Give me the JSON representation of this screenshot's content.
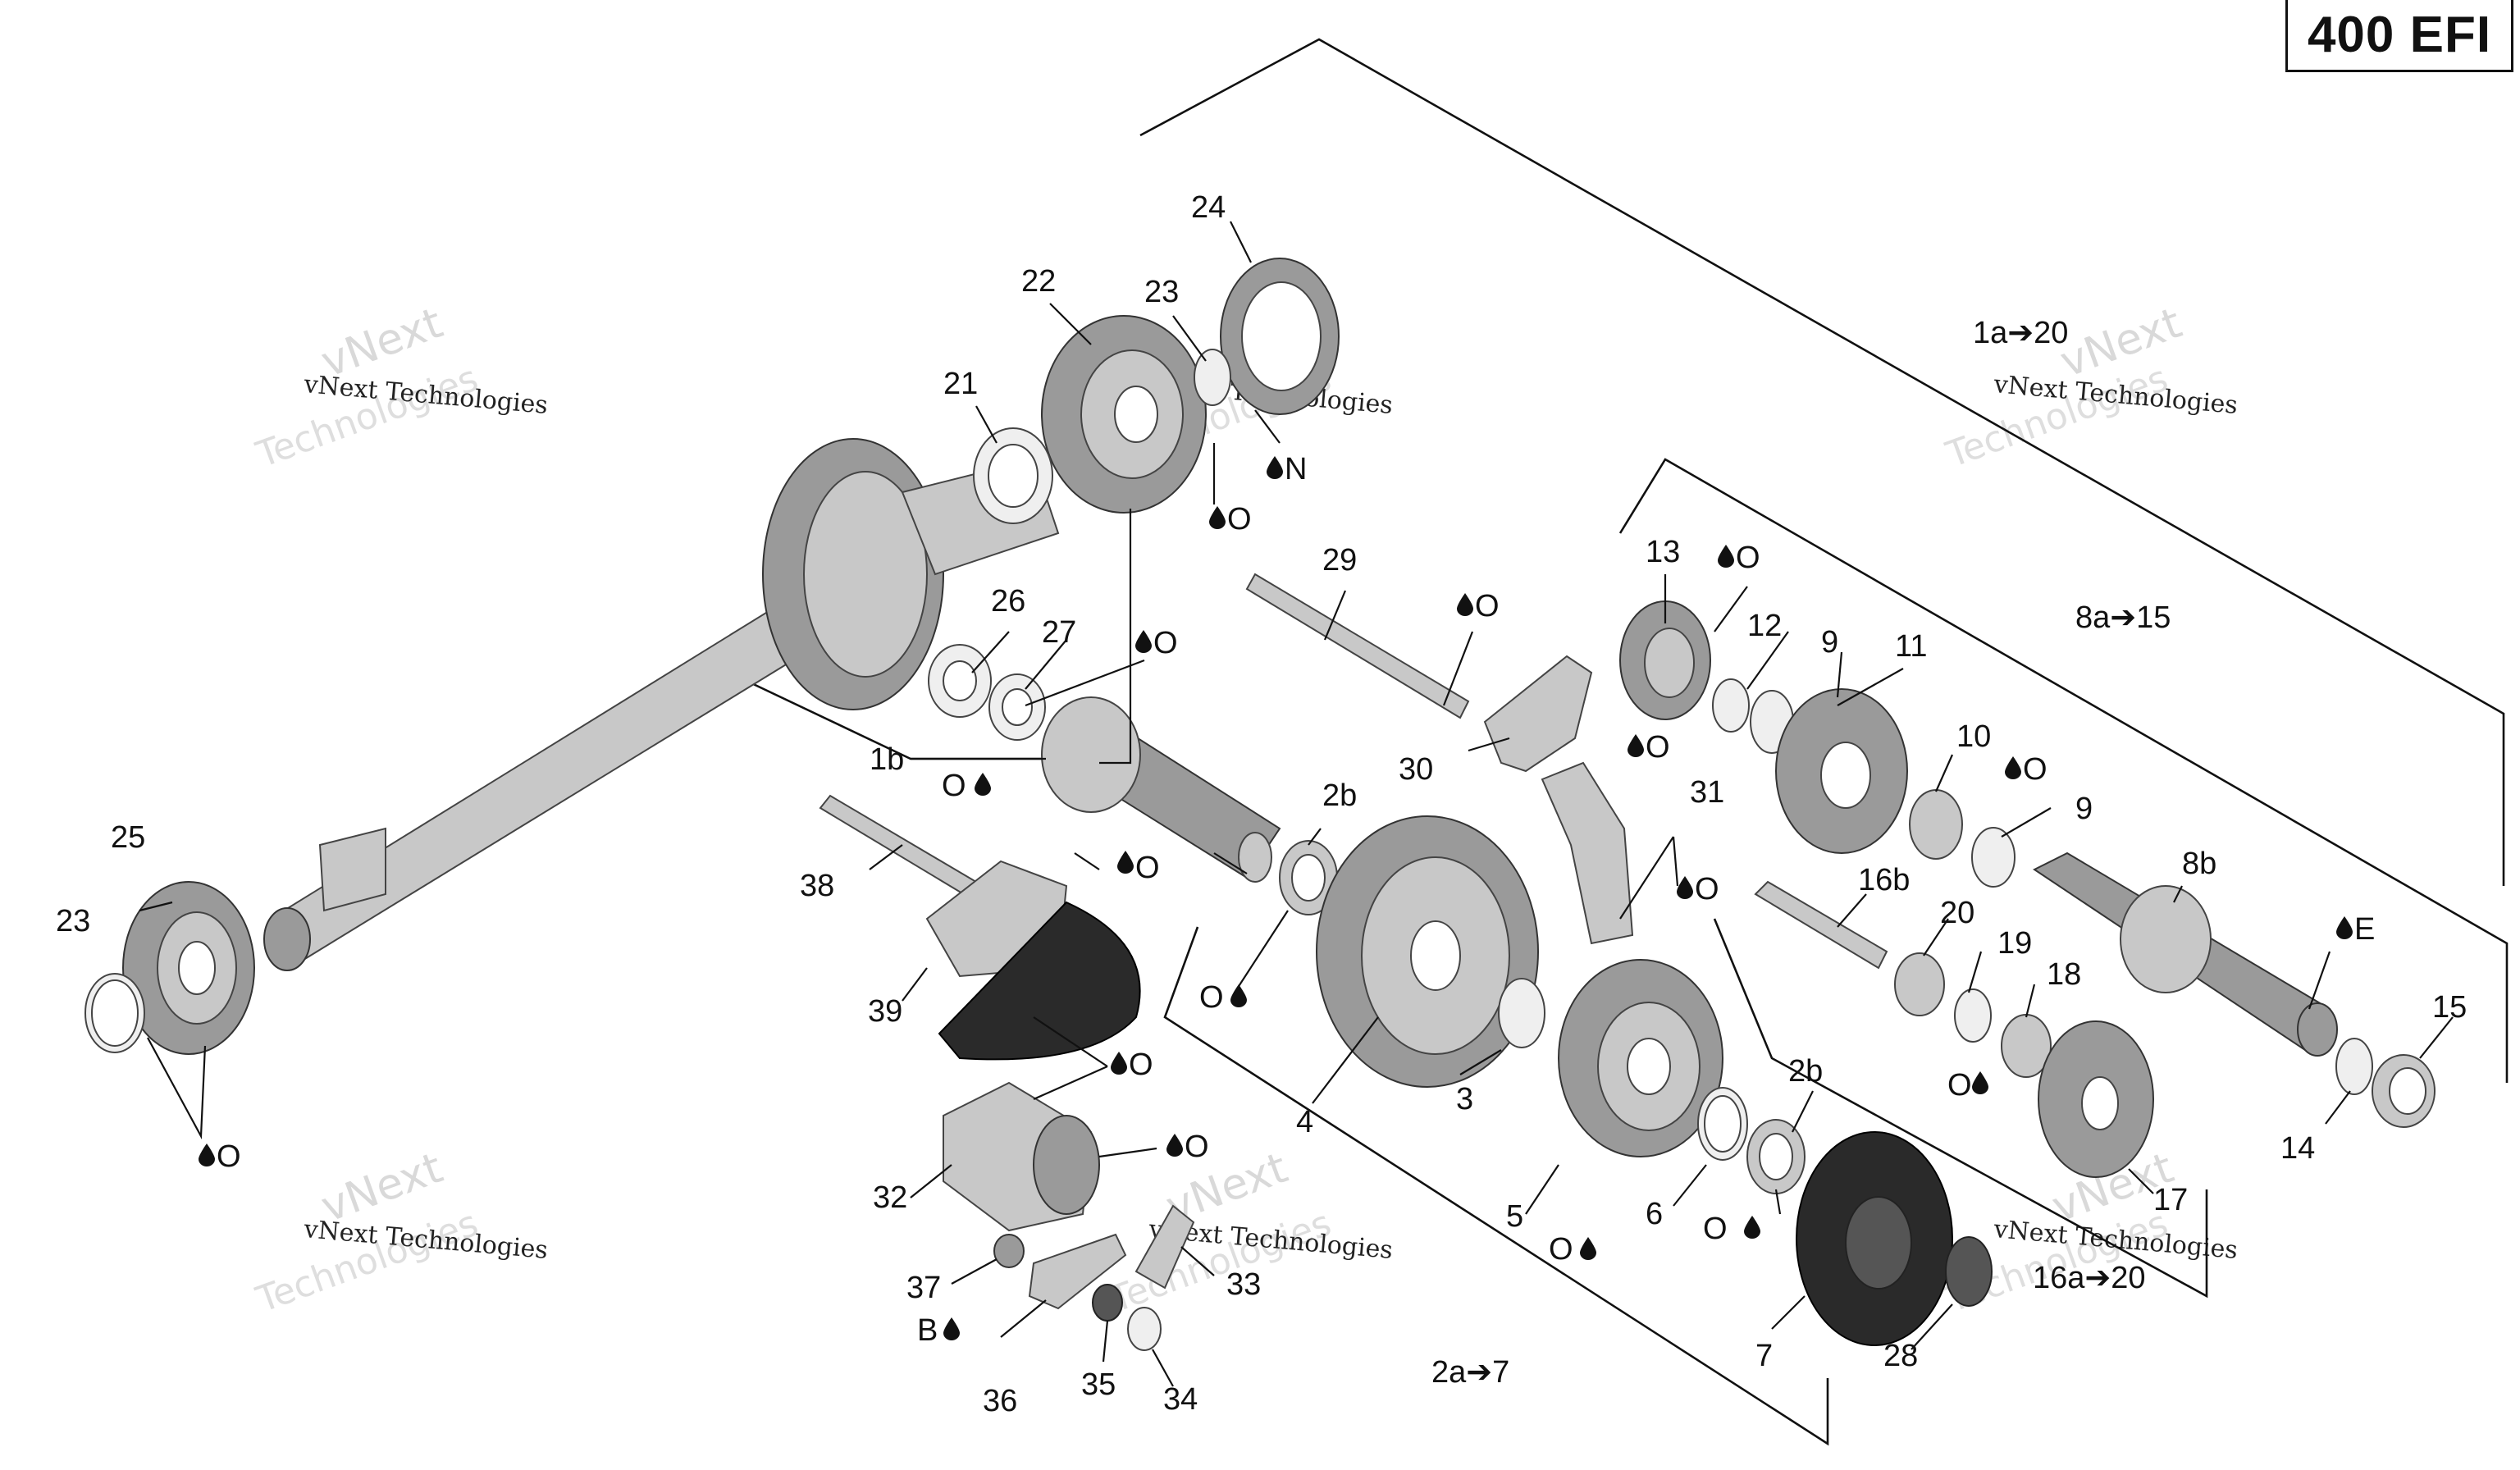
{
  "model_badge": "400 EFI",
  "watermark": {
    "line1": "vNext Technologies",
    "line2": "vNext",
    "line3": "Technologies"
  },
  "callouts": {
    "c1a20": "1a➔20",
    "c24": "24",
    "c22": "22",
    "c23a": "23",
    "c21": "21",
    "cN": "N",
    "cO1": "O",
    "c29": "29",
    "cO2": "O",
    "c13": "13",
    "cO3": "O",
    "c12": "12",
    "c9a": "9",
    "c11": "11",
    "c8a15": "8a➔15",
    "c26": "26",
    "c27": "27",
    "cO4": "O",
    "c1b": "1b",
    "cO5": "O",
    "c30": "30",
    "cO6": "O",
    "c10": "10",
    "cO7": "O",
    "c9b": "9",
    "c31": "31",
    "c2b1": "2b",
    "c8b": "8b",
    "c16b": "16b",
    "cO8": "O",
    "c25": "25",
    "c38": "38",
    "cO9": "O",
    "c20": "20",
    "cE": "E",
    "c23b": "23",
    "c19": "19",
    "c18": "18",
    "c15": "15",
    "c39": "39",
    "cO10": "O",
    "cO11": "O",
    "c3": "3",
    "c4": "4",
    "c2b2": "2b",
    "cO12": "O",
    "cO13": "O",
    "c14": "14",
    "cO14": "O",
    "c32": "32",
    "c5": "5",
    "c6": "6",
    "c17": "17",
    "cO15": "O",
    "cO16": "O",
    "c37": "37",
    "c33": "33",
    "c16a20": "16a➔20",
    "cB": "B",
    "c7": "7",
    "c28": "28",
    "c2a7": "2a➔7",
    "c36": "36",
    "c35": "35",
    "c34": "34"
  }
}
